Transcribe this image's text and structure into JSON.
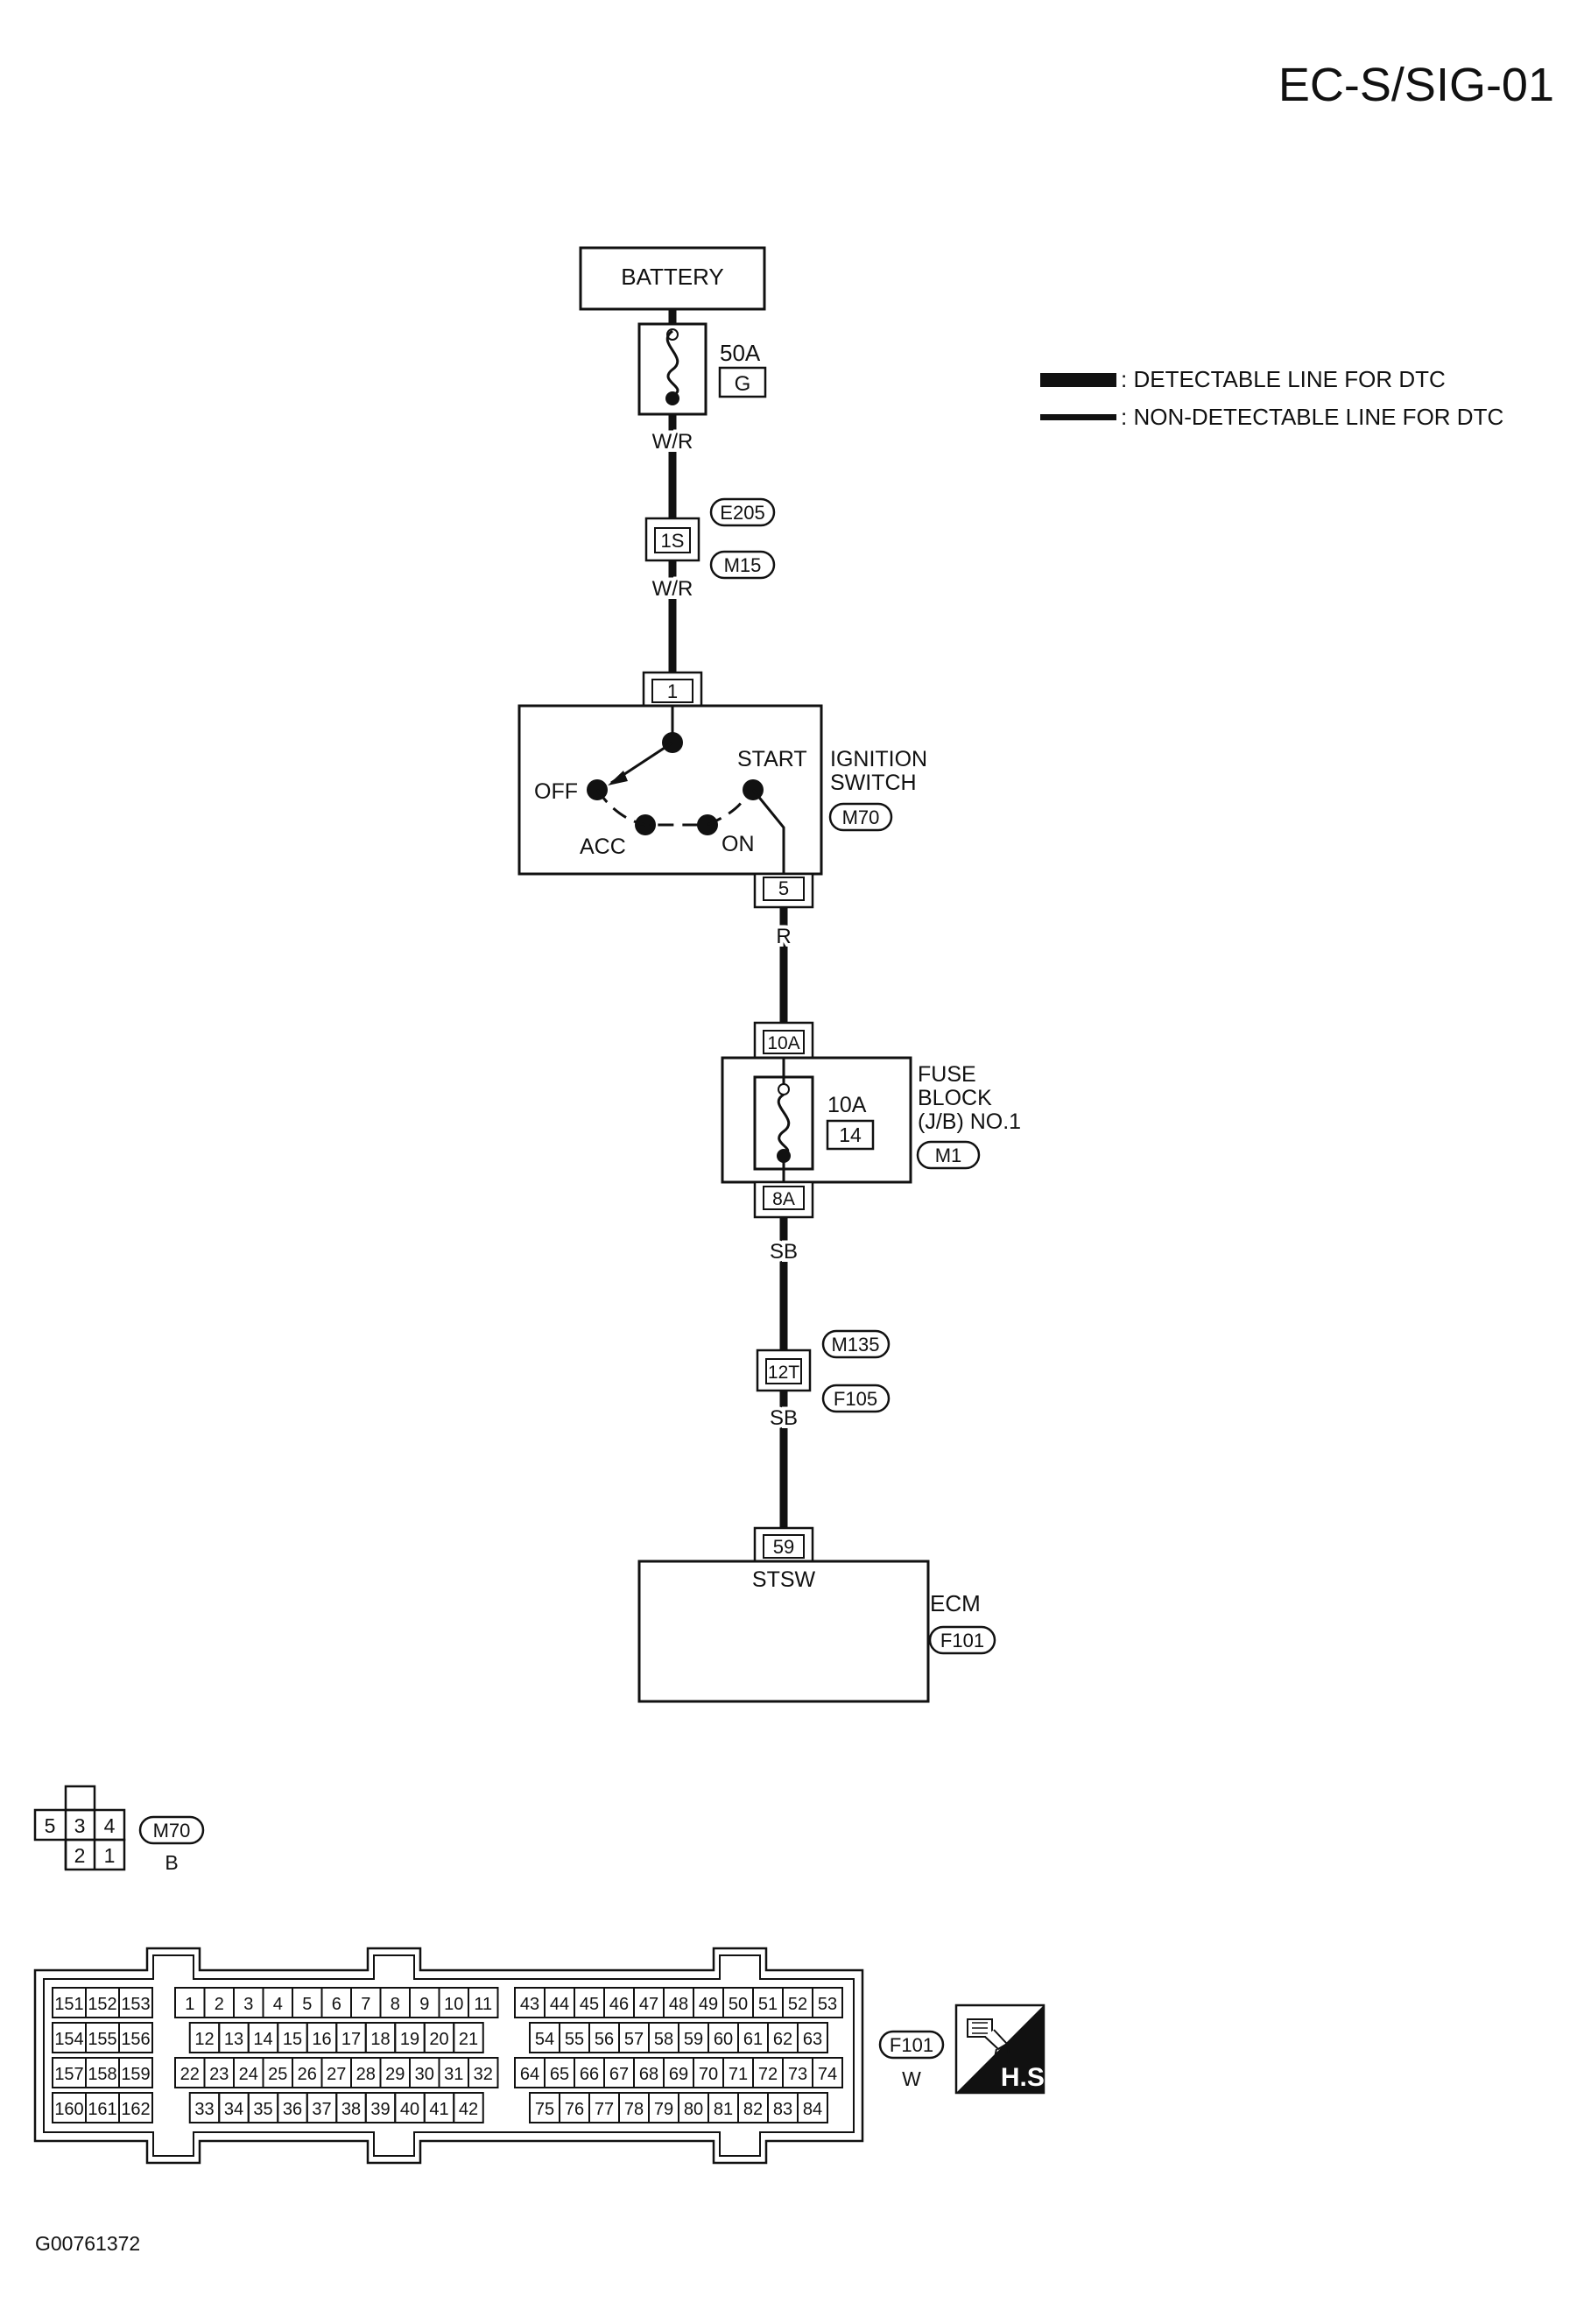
{
  "page": {
    "code": "EC-S/SIG-01",
    "figure_id": "G00761372"
  },
  "legend": {
    "detectable": ": DETECTABLE LINE FOR DTC",
    "non_detectable": ": NON-DETECTABLE LINE FOR DTC"
  },
  "battery": {
    "label": "BATTERY"
  },
  "main_fuse": {
    "rating": "50A",
    "id": "G"
  },
  "wires": {
    "w1": "W/R",
    "w2": "W/R",
    "w3": "R",
    "w4": "SB",
    "w5": "SB"
  },
  "connectors": {
    "c1_pin": "1S",
    "c1_top": "E205",
    "c1_bottom": "M15",
    "ign_in": "1",
    "ign_out": "5",
    "fb_in": "10A",
    "fb_out": "8A",
    "c2_pin": "12T",
    "c2_top": "M135",
    "c2_bottom": "F105",
    "ecm_in": "59"
  },
  "ignition": {
    "title1": "IGNITION",
    "title2": "SWITCH",
    "connector": "M70",
    "off": "OFF",
    "acc": "ACC",
    "on": "ON",
    "start": "START"
  },
  "fuse_block": {
    "title1": "FUSE",
    "title2": "BLOCK",
    "title3": "(J/B) NO.1",
    "connector": "M1",
    "rating": "10A",
    "number": "14"
  },
  "ecm": {
    "terminal": "STSW",
    "label": "ECM",
    "connector": "F101"
  },
  "m70_face": {
    "top": [
      "5",
      "3",
      "4"
    ],
    "bottom": [
      "2",
      "1"
    ],
    "id": "M70",
    "color": "B"
  },
  "f101_face": {
    "id": "F101",
    "color": "W",
    "badge": "H.S.",
    "left_block": [
      [
        "151",
        "152",
        "153"
      ],
      [
        "154",
        "155",
        "156"
      ],
      [
        "157",
        "158",
        "159"
      ],
      [
        "160",
        "161",
        "162"
      ]
    ],
    "mid_block": [
      [
        "1",
        "2",
        "3",
        "4",
        "5",
        "6",
        "7",
        "8",
        "9",
        "10",
        "11"
      ],
      [
        "12",
        "13",
        "14",
        "15",
        "16",
        "17",
        "18",
        "19",
        "20",
        "21"
      ],
      [
        "22",
        "23",
        "24",
        "25",
        "26",
        "27",
        "28",
        "29",
        "30",
        "31",
        "32"
      ],
      [
        "33",
        "34",
        "35",
        "36",
        "37",
        "38",
        "39",
        "40",
        "41",
        "42"
      ]
    ],
    "right_block": [
      [
        "43",
        "44",
        "45",
        "46",
        "47",
        "48",
        "49",
        "50",
        "51",
        "52",
        "53"
      ],
      [
        "54",
        "55",
        "56",
        "57",
        "58",
        "59",
        "60",
        "61",
        "62",
        "63"
      ],
      [
        "64",
        "65",
        "66",
        "67",
        "68",
        "69",
        "70",
        "71",
        "72",
        "73",
        "74"
      ],
      [
        "75",
        "76",
        "77",
        "78",
        "79",
        "80",
        "81",
        "82",
        "83",
        "84"
      ]
    ]
  }
}
